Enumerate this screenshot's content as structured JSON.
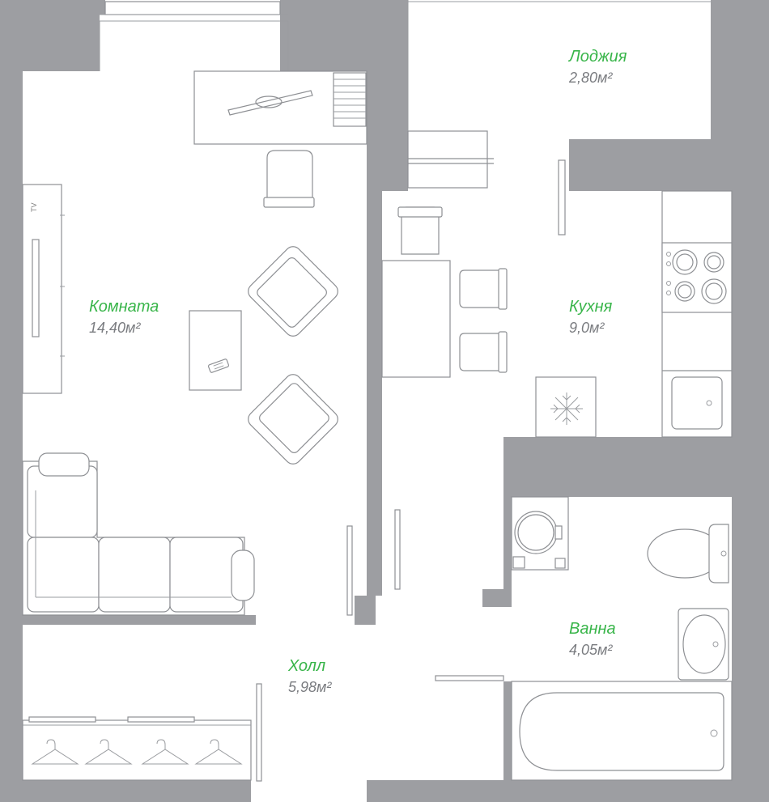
{
  "colors": {
    "wall": "#9d9ea2",
    "room_name": "#39b54a",
    "area": "#7a7c80"
  },
  "rooms": {
    "loggia": {
      "name": "Лоджия",
      "area": "2,80м²"
    },
    "room": {
      "name": "Комната",
      "area": "14,40м²"
    },
    "kitchen": {
      "name": "Кухня",
      "area": "9,0м²"
    },
    "bath": {
      "name": "Ванна",
      "area": "4,05м²"
    },
    "hall": {
      "name": "Холл",
      "area": "5,98м²"
    }
  },
  "tv_label": "TV"
}
